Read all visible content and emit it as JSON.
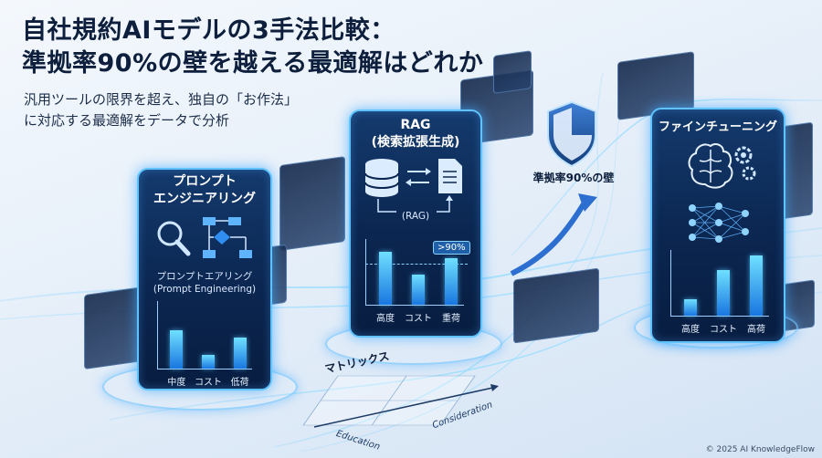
{
  "title_line1": "自社規約AIモデルの3手法比較：",
  "title_line2": "準拠率90%の壁を越える最適解はどれか",
  "subtitle_line1": "汎用ツールの限界を超え、独自の「お作法」",
  "subtitle_line2": "に対応する最適解をデータで分析",
  "cards": [
    {
      "title_line1": "プロンプト",
      "title_line2": "エンジニアリング",
      "caption_line1": "プロンプトエアリング",
      "caption_line2": "(Prompt Engineering)",
      "categories": [
        "中度",
        "コスト",
        "低荷"
      ],
      "values": [
        0.62,
        0.22,
        0.5
      ]
    },
    {
      "title_line1": "RAG",
      "title_line2": "(検索拡張生成)",
      "caption_line1": "(RAG)",
      "badge": ">90%",
      "categories": [
        "高度",
        "コスト",
        "重荷"
      ],
      "values": [
        0.88,
        0.5,
        0.78
      ]
    },
    {
      "title_line1": "ファインチューニング",
      "categories": [
        "高度",
        "コスト",
        "高荷"
      ],
      "values": [
        0.28,
        0.75,
        1.0
      ]
    }
  ],
  "shield_label": "準拠率90%の壁",
  "matrix": {
    "title": "マトリックス",
    "x_label": "Consideration",
    "y_label": "Education"
  },
  "footer": "© 2025 AI KnowledgeFlow",
  "colors": {
    "accent": "#4fc3ff",
    "card_bg": "#0b2650",
    "title_text": "#0d1f3c"
  }
}
